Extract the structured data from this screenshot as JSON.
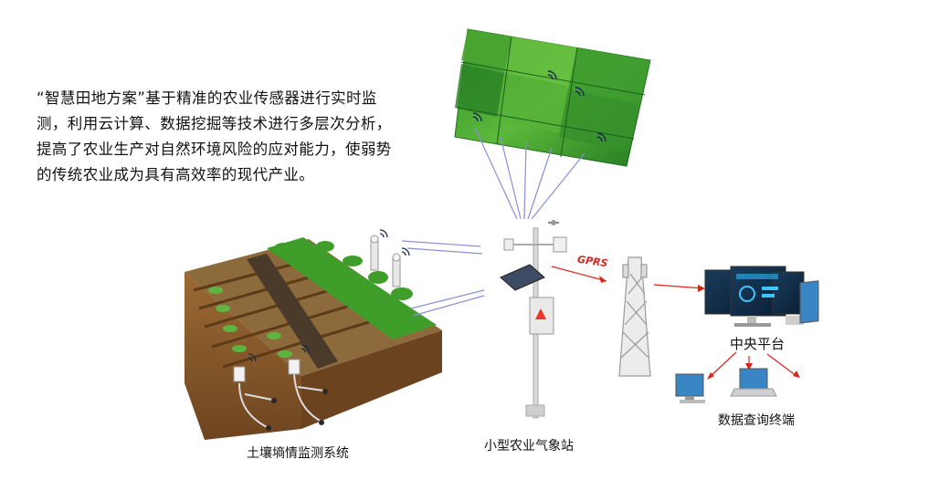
{
  "intro": {
    "text": "“智慧田地方案”基于精准的农业传感器进行实时监测，利用云计算、数据挖掘等技术进行多层次分析，提高了农业生产对自然环境风险的应对能力，使弱势的传统农业成为具有高效率的现代产业。"
  },
  "labels": {
    "soil_system": "土壤墒情监测系统",
    "weather_station": "小型农业气象站",
    "link": "GPRS",
    "central_platform": "中央平台",
    "query_terminal": "数据查询终端"
  },
  "colors": {
    "crop_green": "#3f9e2a",
    "soil_brown": "#8a5a2b",
    "link_red": "#d9261c",
    "signal_blue": "#8a8fd6"
  }
}
